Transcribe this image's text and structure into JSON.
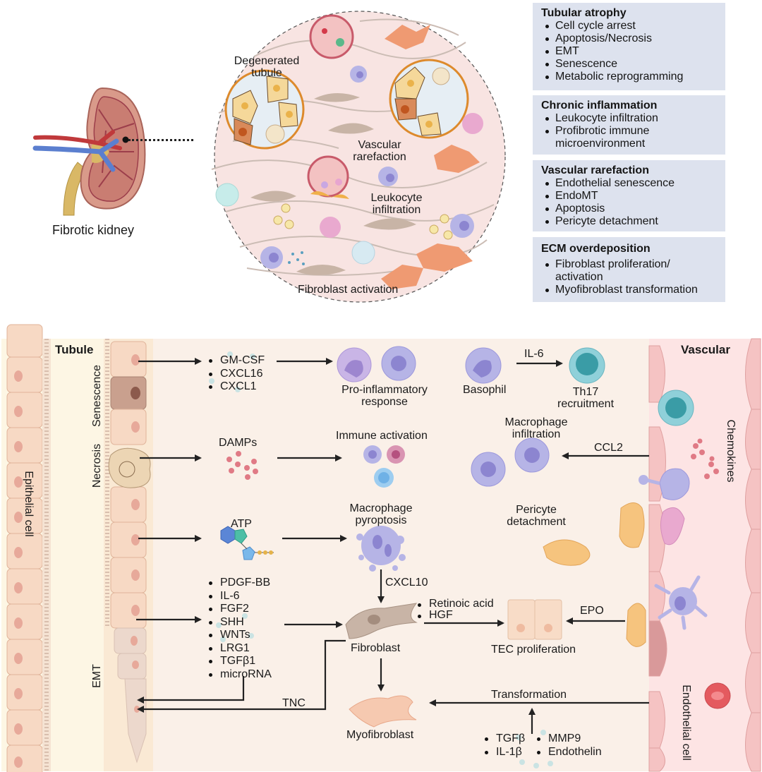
{
  "top": {
    "kidney_label": "Fibrotic kidney",
    "circle_labels": {
      "degenerated_tubule": [
        "Degenerated",
        "tubule"
      ],
      "vascular_rarefaction": [
        "Vascular",
        "rarefaction"
      ],
      "leukocyte_infiltration": [
        "Leukocyte",
        "infiltration"
      ],
      "fibroblast_activation": "Fibroblast activation"
    },
    "boxes": [
      {
        "title": "Tubular atrophy",
        "items": [
          "Cell cycle arrest",
          "Apoptosis/Necrosis",
          "EMT",
          "Senescence",
          "Metabolic reprogramming"
        ]
      },
      {
        "title": "Chronic inflammation",
        "items": [
          "Leukocyte infiltration",
          "Profibrotic immune microenvironment"
        ]
      },
      {
        "title": "Vascular rarefaction",
        "items": [
          "Endothelial senescence",
          "EndoMT",
          "Apoptosis",
          "Pericyte detachment"
        ]
      },
      {
        "title": "ECM overdeposition",
        "items": [
          "Fibroblast proliferation/ activation",
          "Myofibroblast transformation"
        ]
      }
    ]
  },
  "bottom": {
    "tubule_label": "Tubule",
    "vascular_label": "Vascular",
    "epithelial_label": "Epithelial cell",
    "endothelial_label": "Endothelial cell",
    "senescence_label": "Senescence",
    "necrosis_label": "Necrosis",
    "emt_label": "EMT",
    "chemokines_label": "Chemokines",
    "senescence_factors": [
      "GM-CSF",
      "CXCL16",
      "CXCL1"
    ],
    "damps_label": "DAMPs",
    "atp_label": "ATP",
    "emt_factors": [
      "PDGF-BB",
      "IL-6",
      "FGF2",
      "SHH",
      "WNTs",
      "LRG1",
      "TGFβ1",
      "microRNA"
    ],
    "pro_inflammatory": [
      "Pro-inflammatory",
      "response"
    ],
    "basophil": "Basophil",
    "il6": "IL-6",
    "th17": [
      "Th17",
      "recruitment"
    ],
    "immune_activation": "Immune activation",
    "macrophage_infiltration": [
      "Macrophage",
      "infiltration"
    ],
    "ccl2": "CCL2",
    "macrophage_pyroptosis": [
      "Macrophage",
      "pyroptosis"
    ],
    "pericyte_detachment": [
      "Pericyte",
      "detachment"
    ],
    "cxcl10": "CXCL10",
    "fibroblast_factors": [
      "Retinoic acid",
      "HGF"
    ],
    "fibroblast": "Fibroblast",
    "tec_proliferation": "TEC proliferation",
    "epo": "EPO",
    "tnc": "TNC",
    "transformation": "Transformation",
    "myofibroblast": "Myofibroblast",
    "endo_factors_left": [
      "TGFβ",
      "IL-1β"
    ],
    "endo_factors_right": [
      "MMP9",
      "Endothelin"
    ]
  },
  "colors": {
    "box_bg": "#dde2ee",
    "panel_bg": "#faf0e8",
    "tubule_cell": "#f7d9c4",
    "vascular_bg": "#fde4e4",
    "endothelial_cell": "#f5c3c3",
    "circle_bg": "#f8e4e2",
    "macrophage": "#b6b4e6",
    "arrow": "#222222"
  }
}
